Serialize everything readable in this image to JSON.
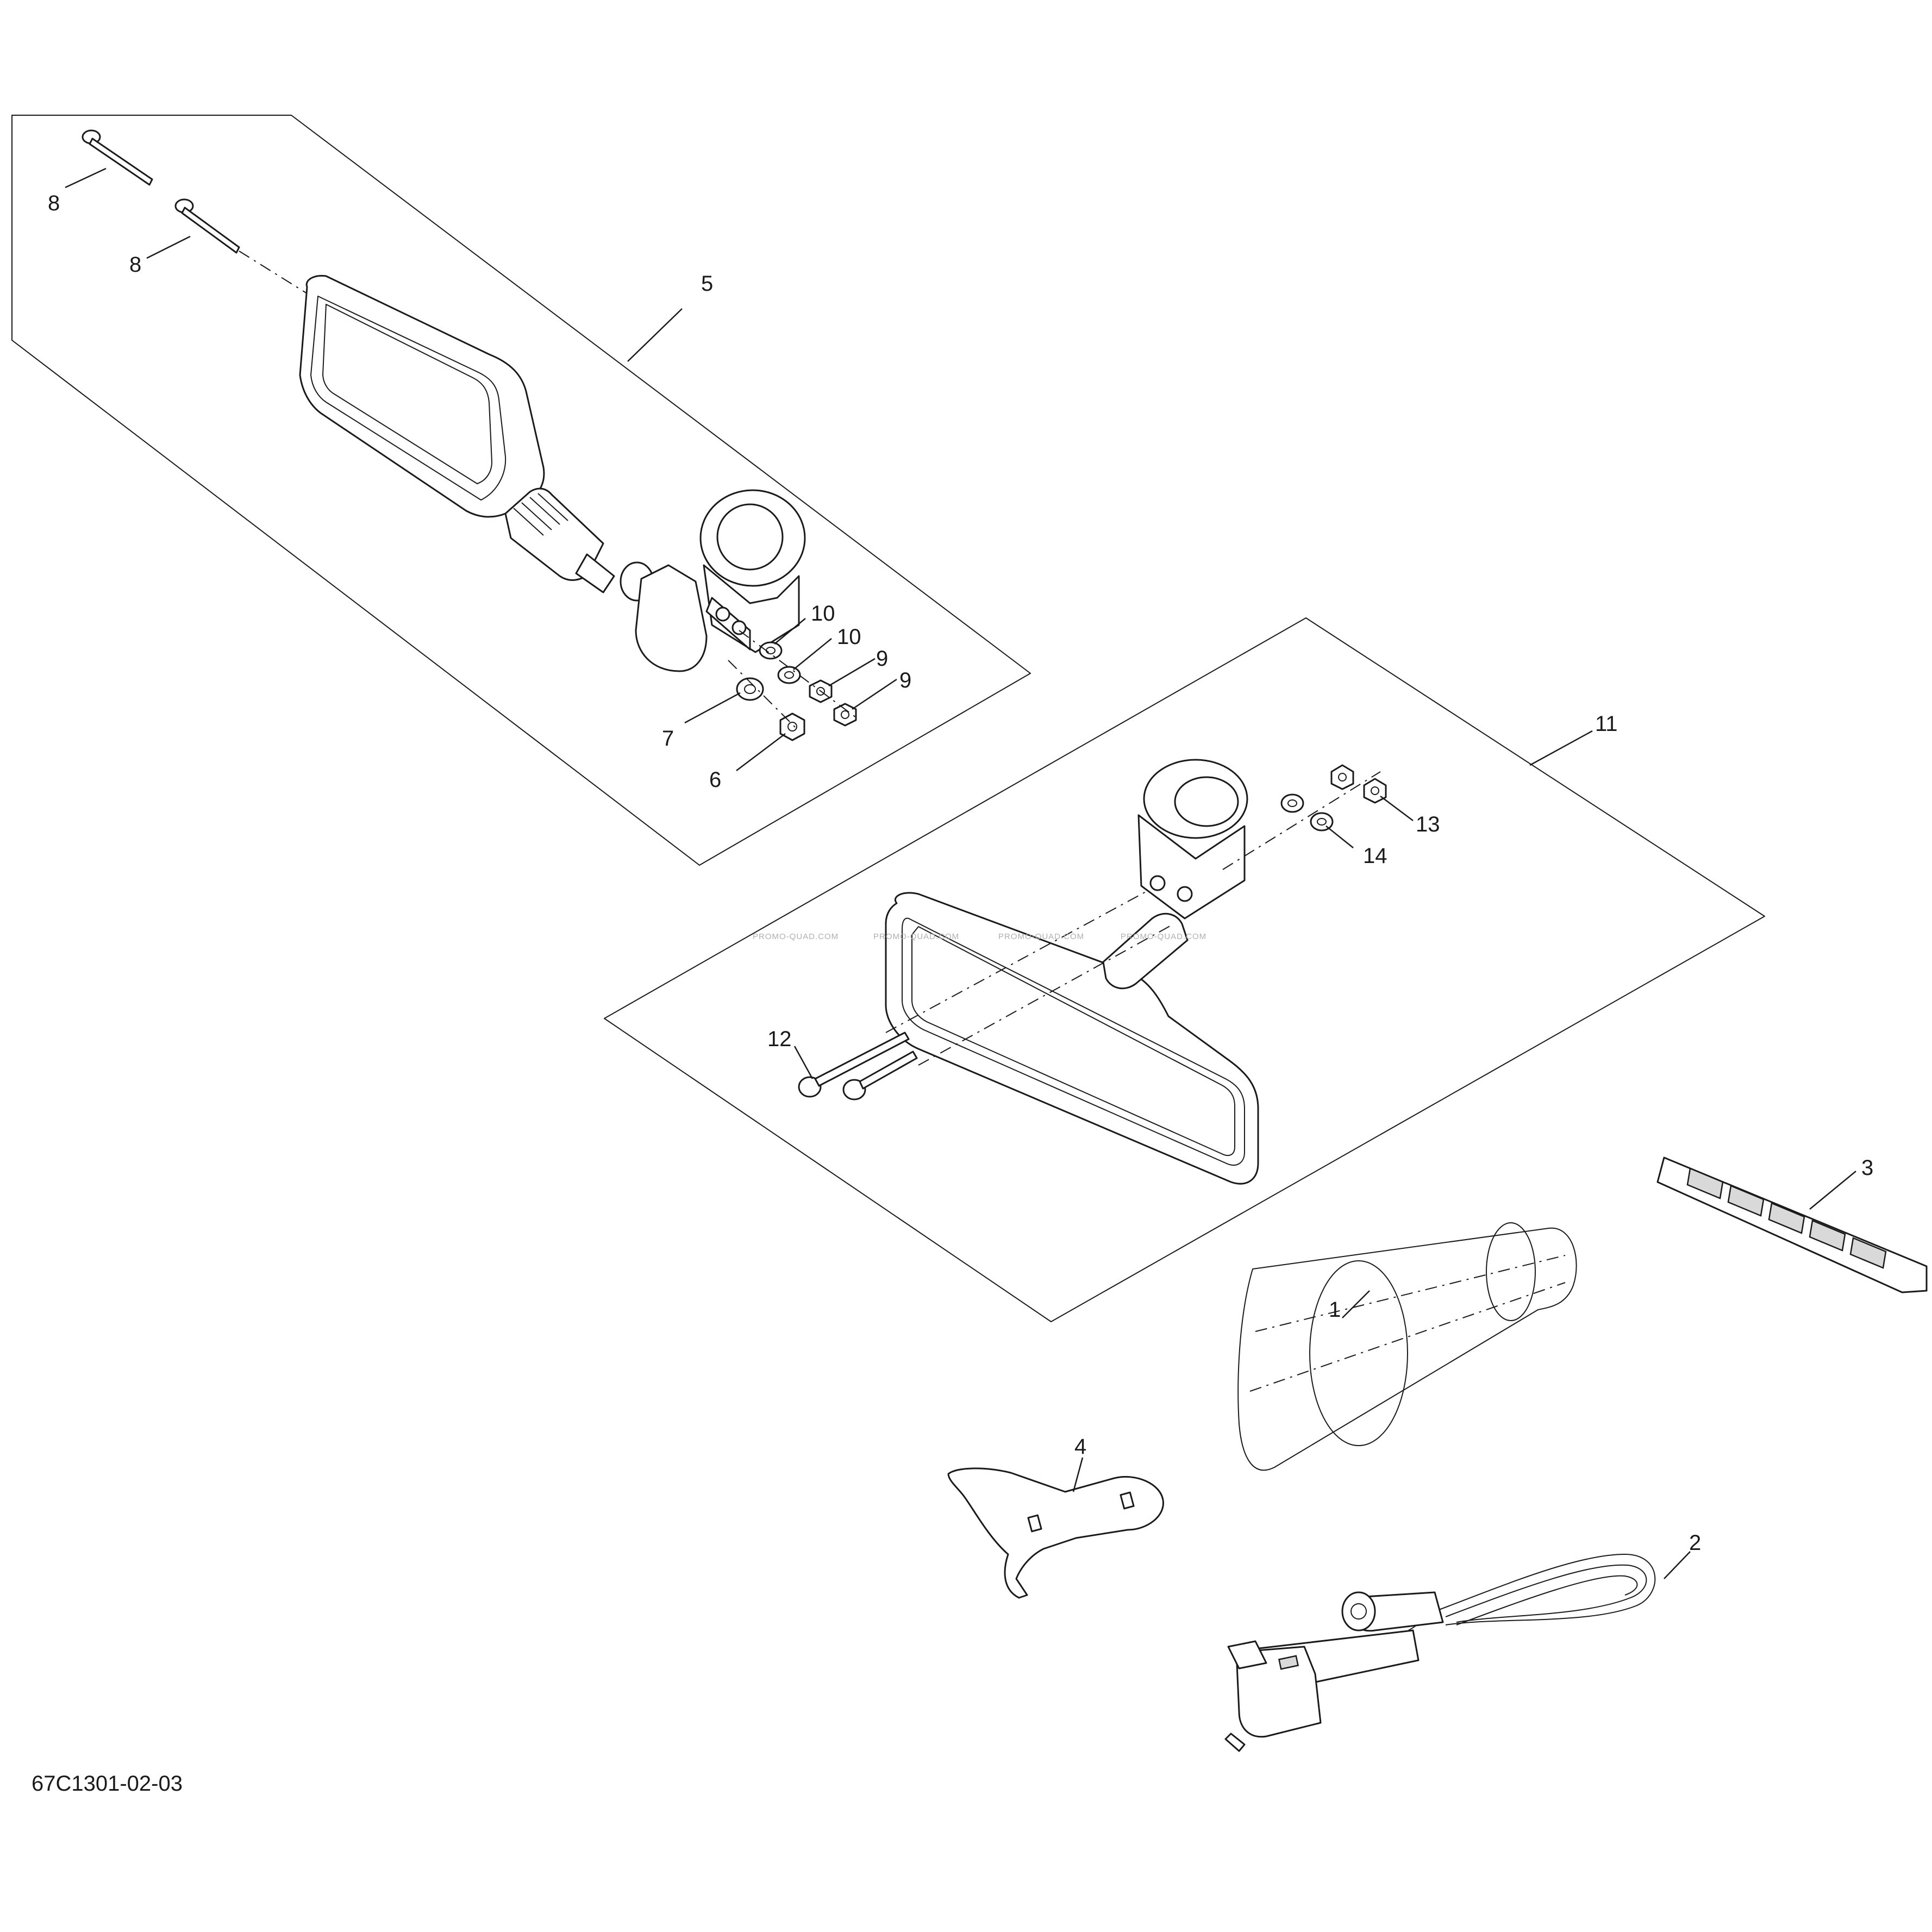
{
  "diagram": {
    "reference": "67C1301-02-03",
    "watermark": "PROMO-QUAD.COM",
    "callouts": [
      {
        "id": "c8a",
        "label": "8"
      },
      {
        "id": "c8b",
        "label": "8"
      },
      {
        "id": "c5",
        "label": "5"
      },
      {
        "id": "c10a",
        "label": "10"
      },
      {
        "id": "c10b",
        "label": "10"
      },
      {
        "id": "c9a",
        "label": "9"
      },
      {
        "id": "c9b",
        "label": "9"
      },
      {
        "id": "c7",
        "label": "7"
      },
      {
        "id": "c6",
        "label": "6"
      },
      {
        "id": "c11",
        "label": "11"
      },
      {
        "id": "c13",
        "label": "13"
      },
      {
        "id": "c14",
        "label": "14"
      },
      {
        "id": "c12",
        "label": "12"
      },
      {
        "id": "c3",
        "label": "3"
      },
      {
        "id": "c1",
        "label": "1"
      },
      {
        "id": "c4",
        "label": "4"
      },
      {
        "id": "c2",
        "label": "2"
      }
    ]
  }
}
